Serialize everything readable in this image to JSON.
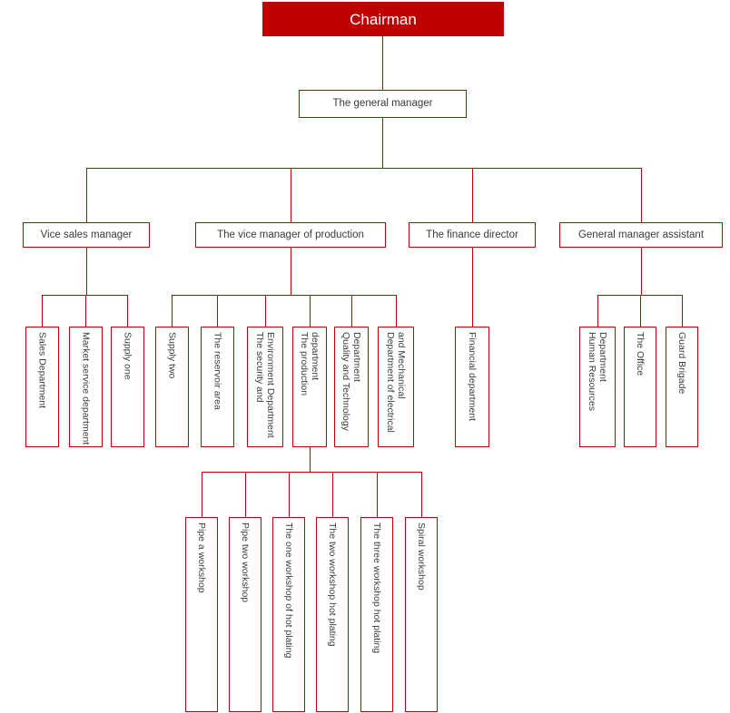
{
  "colors": {
    "accent": "#c00000",
    "chairman_bg": "#c00000",
    "chairman_text": "#ffffff",
    "box_text": "#3a3a3a"
  },
  "org": {
    "chairman": "Chairman",
    "general_manager": "The general manager",
    "branches": [
      {
        "label": "Vice sales manager",
        "children": [
          "Sales Department",
          "Market service department",
          "Supply one"
        ]
      },
      {
        "label": "The vice manager of production",
        "children": [
          "Supply two",
          "The reservoir area",
          "The security and Environment Department",
          "The production department",
          "Quality and Technology Department",
          "Department of electrical and Mechanical"
        ]
      },
      {
        "label": "The finance director",
        "children": [
          "Financial department"
        ]
      },
      {
        "label": "General manager assistant",
        "children": [
          "Human Resources Department",
          "The Office",
          "Guard Brigade"
        ]
      }
    ],
    "production_workshops": [
      "Pipe a workshop",
      "Pipe two workshop",
      "The one workshop of hot plating",
      "The two workshop hot plating",
      "The three workshop hot plating",
      "Spiral workshop"
    ]
  }
}
